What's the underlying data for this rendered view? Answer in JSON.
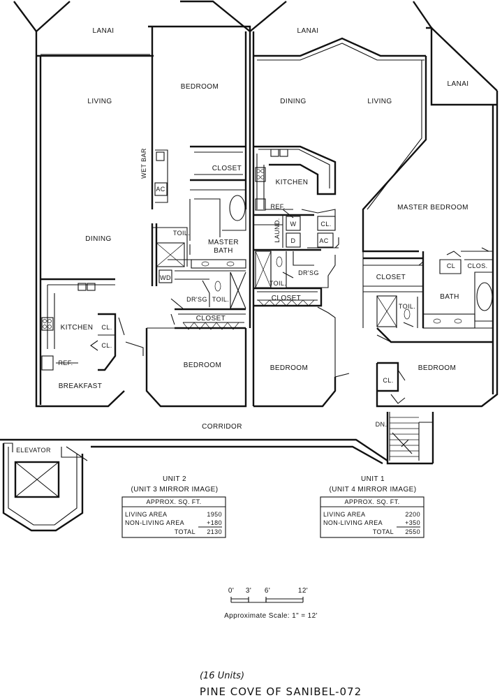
{
  "rooms": {
    "lanai_left": "LANAI",
    "lanai_mid": "LANAI",
    "lanai_right": "LANAI",
    "living_left": "LIVING",
    "dining_left": "DINING",
    "bedroom_top": "BEDROOM",
    "wet_bar": "WET BAR",
    "closet_u2": "CLOSET",
    "ac_left": "AC",
    "toil_left": "TOIL.",
    "master_bath": [
      "MASTER",
      "BATH"
    ],
    "wd": "WD",
    "drsg_left": "DR'SG",
    "toil_left2": "TOIL.",
    "closet_u2b": "CLOSET",
    "kitchen_left": "KITCHEN",
    "cl_left1": "CL.",
    "cl_left2": "CL.",
    "ref_left": "REF.",
    "breakfast": "BREAKFAST",
    "bedroom_mid_left": "BEDROOM",
    "dining_mid": "DINING",
    "living_mid": "LIVING",
    "kitchen_mid": "KITCHEN",
    "ref_mid": "REF.",
    "laund": "LAUND.",
    "w": "W",
    "d": "D",
    "cl_mid": "CL.",
    "ac_mid": "AC",
    "drsg_mid": "DR'SG",
    "toil_mid": "TOIL.",
    "closet_mid": "CLOSET",
    "bedroom_mid": "BEDROOM",
    "master_bedroom": "MASTER BEDROOM",
    "closet_right": "CLOSET",
    "cl_right": "CL",
    "clos_right": "CLOS.",
    "toil_right": "TOIL.",
    "bath_right": "BATH",
    "bedroom_right": "BEDROOM",
    "cl_right2": "CL.",
    "dn": "DN.",
    "corridor": "CORRIDOR",
    "elevator": "ELEVATOR"
  },
  "unit2": {
    "title": "UNIT 2",
    "subtitle": "(UNIT 3 MIRROR IMAGE)",
    "table_header": "APPROX. SQ. FT.",
    "rows": [
      {
        "label": "LIVING AREA",
        "value": "1950"
      },
      {
        "label": "NON-LIVING AREA",
        "value": "+180"
      },
      {
        "label": "TOTAL",
        "value": "2130"
      }
    ]
  },
  "unit1": {
    "title": "UNIT 1",
    "subtitle": "(UNIT 4 MIRROR IMAGE)",
    "table_header": "APPROX. SQ. FT.",
    "rows": [
      {
        "label": "LIVING AREA",
        "value": "2200"
      },
      {
        "label": "NON-LIVING AREA",
        "value": "+350"
      },
      {
        "label": "TOTAL",
        "value": "2550"
      }
    ]
  },
  "scale": {
    "ticks": [
      "0'",
      "3'",
      "6'",
      "12'"
    ],
    "caption": "Approximate Scale: 1\" = 12'"
  },
  "footer": {
    "units": "(16 Units)",
    "name": "PINE COVE OF SANIBEL-072"
  }
}
